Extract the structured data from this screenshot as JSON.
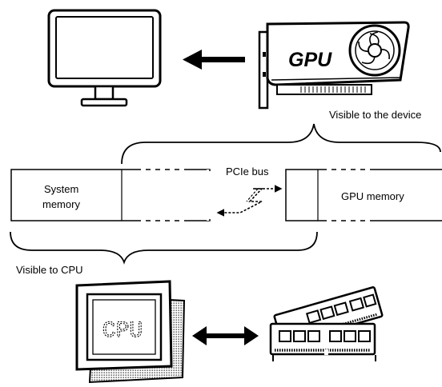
{
  "gpu_card": {
    "label": "GPU"
  },
  "cpu_chip": {
    "label": "CPU"
  },
  "labels": {
    "visible_device": "Visible to the device",
    "visible_cpu": "Visible to CPU",
    "pcie": "PCIe bus",
    "system_memory_line1": "System",
    "system_memory_line2": "memory",
    "gpu_memory": "GPU memory"
  }
}
